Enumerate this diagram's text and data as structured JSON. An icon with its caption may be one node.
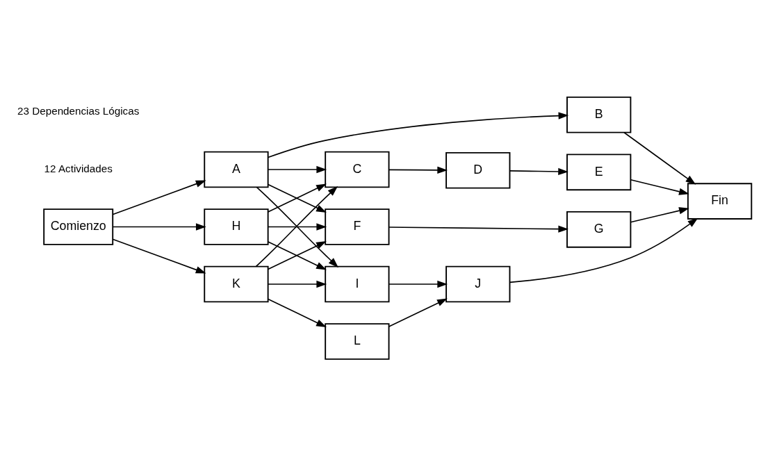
{
  "diagram": {
    "nodes": [
      {
        "text": [
          "Comienzo"
        ]
      },
      {
        "text": [
          "A"
        ]
      },
      {
        "text": [
          "H"
        ]
      },
      {
        "text": [
          "K"
        ]
      },
      {
        "text": [
          "B"
        ]
      },
      {
        "text": [
          "C"
        ]
      },
      {
        "text": [
          "D"
        ]
      },
      {
        "text": [
          "E"
        ]
      },
      {
        "text": [
          "F"
        ]
      },
      {
        "text": [
          "G"
        ]
      },
      {
        "text": [
          "I"
        ]
      },
      {
        "text": [
          "L"
        ]
      },
      {
        "text": [
          "J"
        ]
      },
      {
        "text": [
          "Fin"
        ]
      }
    ],
    "edges": [
      {
        "from": 0,
        "to": 1,
        "arrow": "to"
      },
      {
        "from": 0,
        "to": 2,
        "arrow": "to"
      },
      {
        "from": 0,
        "to": 3,
        "arrow": "to"
      },
      {
        "from": 1,
        "to": 4,
        "arrow": "to"
      },
      {
        "from": 1,
        "to": 5,
        "arrow": "to"
      },
      {
        "from": 1,
        "to": 8,
        "arrow": "to"
      },
      {
        "from": 1,
        "to": 10,
        "arrow": "to"
      },
      {
        "from": 2,
        "to": 5,
        "arrow": "to"
      },
      {
        "from": 2,
        "to": 8,
        "arrow": "to"
      },
      {
        "from": 2,
        "to": 10,
        "arrow": "to"
      },
      {
        "from": 3,
        "to": 5,
        "arrow": "to"
      },
      {
        "from": 3,
        "to": 8,
        "arrow": "to"
      },
      {
        "from": 3,
        "to": 10,
        "arrow": "to"
      },
      {
        "from": 3,
        "to": 11,
        "arrow": "to"
      },
      {
        "from": 5,
        "to": 6,
        "arrow": "to"
      },
      {
        "from": 6,
        "to": 7,
        "arrow": "to"
      },
      {
        "from": 8,
        "to": 9,
        "arrow": "to"
      },
      {
        "from": 10,
        "to": 12,
        "arrow": "to"
      },
      {
        "from": 11,
        "to": 12,
        "arrow": "to"
      },
      {
        "from": 4,
        "to": 13,
        "arrow": "to"
      },
      {
        "from": 7,
        "to": 13,
        "arrow": "to"
      },
      {
        "from": 9,
        "to": 13,
        "arrow": "to"
      },
      {
        "from": 12,
        "to": 13,
        "arrow": "to"
      }
    ],
    "labels": [
      "12 Actividades",
      "23 Dependencias Lógicas"
    ]
  }
}
